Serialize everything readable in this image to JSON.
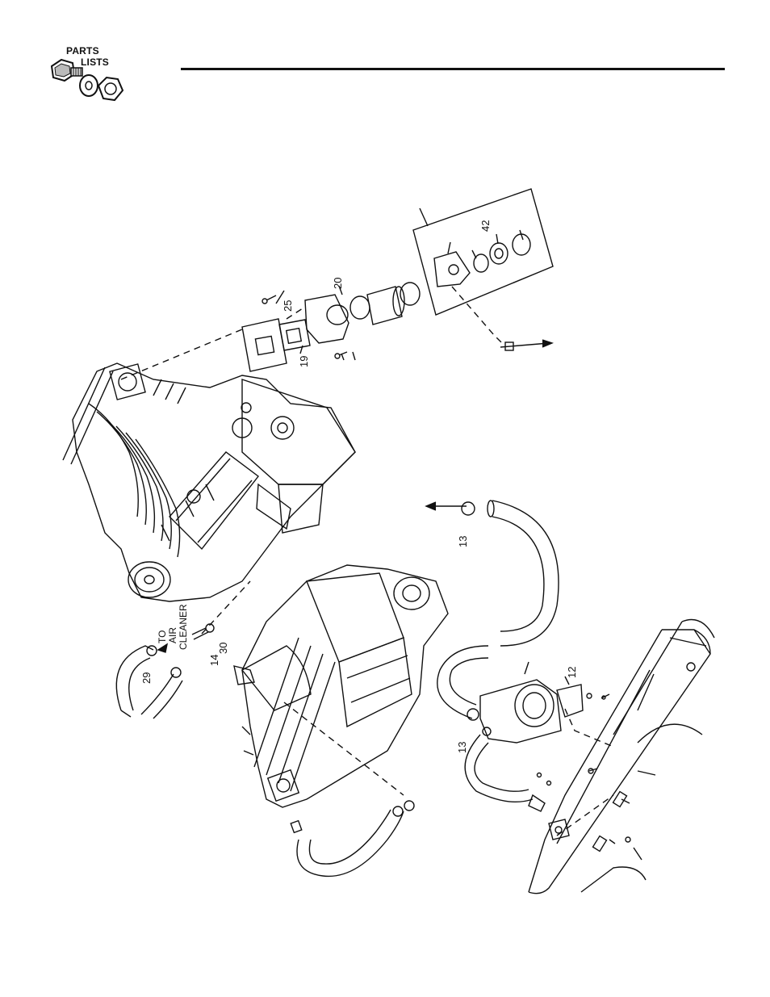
{
  "header": {
    "logo_line1": "PARTS",
    "logo_line2": "LISTS"
  },
  "diagram": {
    "callouts": {
      "c42": "42",
      "c20": "20",
      "c25": "25",
      "c19": "19",
      "c13_top": "13",
      "c12": "12",
      "c13_bottom": "13",
      "c29": "29",
      "c14": "14",
      "c30": "30"
    },
    "note_to": "TO",
    "note_air": "AIR",
    "note_cleaner": "CLEANER"
  },
  "colors": {
    "ink": "#111111",
    "paper": "#ffffff"
  }
}
